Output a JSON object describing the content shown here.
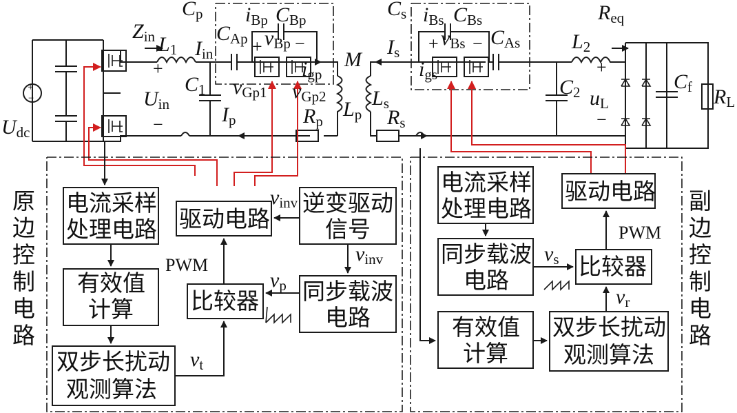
{
  "labels": {
    "zin": "Z",
    "zin_sub": "in",
    "cp": "C",
    "cp_sub": "p",
    "cs": "C",
    "cs_sub": "s",
    "ibp": "i",
    "ibp_sub": "Bp",
    "cbp": "C",
    "cbp_sub": "Bp",
    "ibs": "i",
    "ibs_sub": "Bs",
    "cbs": "C",
    "cbs_sub": "Bs",
    "req": "R",
    "req_sub": "eq",
    "l1": "L",
    "l1_sub": "1",
    "iin": "I",
    "iin_sub": "in",
    "cap": "C",
    "cap_sub": "Ap",
    "vbp": "v",
    "vbp_sub": "Bp",
    "is": "I",
    "is_sub": "s",
    "vbs": "v",
    "vbs_sub": "Bs",
    "cas": "C",
    "cas_sub": "As",
    "l2": "L",
    "l2_sub": "2",
    "igp": "i",
    "igp_sub": "gp",
    "m": "M",
    "igs": "i",
    "igs_sub": "gs",
    "uin": "U",
    "uin_sub": "in",
    "c1": "C",
    "c1_sub": "1",
    "vgp1": "v",
    "vgp1_sub": "Gp1",
    "vgp2": "v",
    "vgp2_sub": "Gp2",
    "c2": "C",
    "c2_sub": "2",
    "ul": "u",
    "ul_sub": "L",
    "cf": "C",
    "cf_sub": "f",
    "rl": "R",
    "rl_sub": "L",
    "udc": "U",
    "udc_sub": "dc",
    "ip": "I",
    "ip_sub": "p",
    "lp": "L",
    "lp_sub": "p",
    "ls": "L",
    "ls_sub": "s",
    "rp": "R",
    "rp_sub": "p",
    "rs": "R",
    "rs_sub": "s",
    "plus": "+",
    "minus": "−"
  },
  "primary": {
    "title": [
      "原",
      "边",
      "控",
      "制",
      "电",
      "路"
    ],
    "current_sampling": [
      "电流采样",
      "处理电路"
    ],
    "rms_calc": [
      "有效值",
      "计算"
    ],
    "perturb_observe": [
      "双步长扰动",
      "观测算法"
    ],
    "driver": "驱动电路",
    "inverter_drive": [
      "逆变驱动",
      "信号"
    ],
    "comparator": "比较器",
    "sync_carrier": [
      "同步载波",
      "电路"
    ],
    "pwm": "PWM",
    "v_inv": "v",
    "v_inv_sub": "inv",
    "v_inv2": "v",
    "v_inv2_sub": "inv",
    "v_p": "v",
    "v_p_sub": "p",
    "v_t": "v",
    "v_t_sub": "t"
  },
  "secondary": {
    "title": [
      "副",
      "边",
      "控",
      "制",
      "电",
      "路"
    ],
    "current_sampling": [
      "电流采样",
      "处理电路"
    ],
    "driver": "驱动电路",
    "pwm": "PWM",
    "sync_carrier": [
      "同步载波",
      "电路"
    ],
    "comparator": "比较器",
    "rms_calc": [
      "有效值",
      "计算"
    ],
    "perturb_observe": [
      "双步长扰动",
      "观测算法"
    ],
    "v_s": "v",
    "v_s_sub": "s",
    "v_r": "v",
    "v_r_sub": "r"
  },
  "colors": {
    "wire": "#1a1a1a",
    "gate_drive": "#d21f1f",
    "background": "#ffffff"
  }
}
